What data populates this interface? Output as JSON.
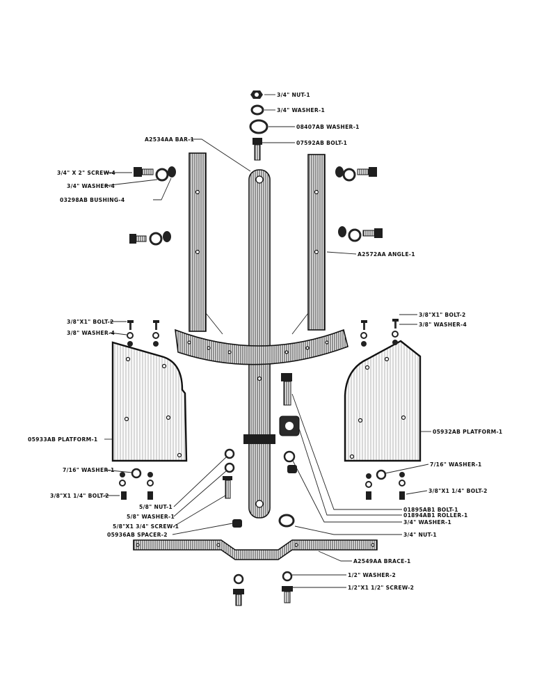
{
  "diagram": {
    "parts": {
      "nut_top": "3/4\" NUT-1",
      "washer_top": "3/4\" WASHER-1",
      "washer_08407": "08407AB WASHER-1",
      "bolt_07592": "07592AB BOLT-1",
      "bar": "A2534AA BAR-1",
      "screw_34x2": "3/4\" X 2\" SCREW-4",
      "washer_34_4": "3/4\" WASHER-4",
      "bushing": "03298AB BUSHING-4",
      "angle": "A2572AA ANGLE-1",
      "bolt_38x1_left": "3/8\"X1\" BOLT-2",
      "washer_38_left": "3/8\" WASHER-4",
      "bolt_38x1_right": "3/8\"X1\" BOLT-2",
      "washer_38_right": "3/8\" WASHER-4",
      "platform_left": "05933AB PLATFORM-1",
      "platform_right": "05932AB PLATFORM-1",
      "washer_716_left": "7/16\" WASHER-1",
      "washer_716_right": "7/16\" WASHER-1",
      "bolt_38x114_left": "3/8\"X1 1/4\" BOLT-2",
      "bolt_38x114_right": "3/8\"X1 1/4\" BOLT-2",
      "nut_58": "5/8\" NUT-1",
      "washer_58": "5/8\" WASHER-1",
      "screw_58x34": "5/8\"X1 3/4\" SCREW-1",
      "spacer": "05936AB SPACER-2",
      "bolt_01895": "01895AB1 BOLT-1",
      "roller": "01894AB1 ROLLER-1",
      "washer_34_mid": "3/4\" WASHER-1",
      "nut_34_mid": "3/4\" NUT-1",
      "brace": "A2549AA BRACE-1",
      "washer_12": "1/2\" WASHER-2",
      "screw_12": "1/2\"X1 1/2\" SCREW-2"
    }
  }
}
